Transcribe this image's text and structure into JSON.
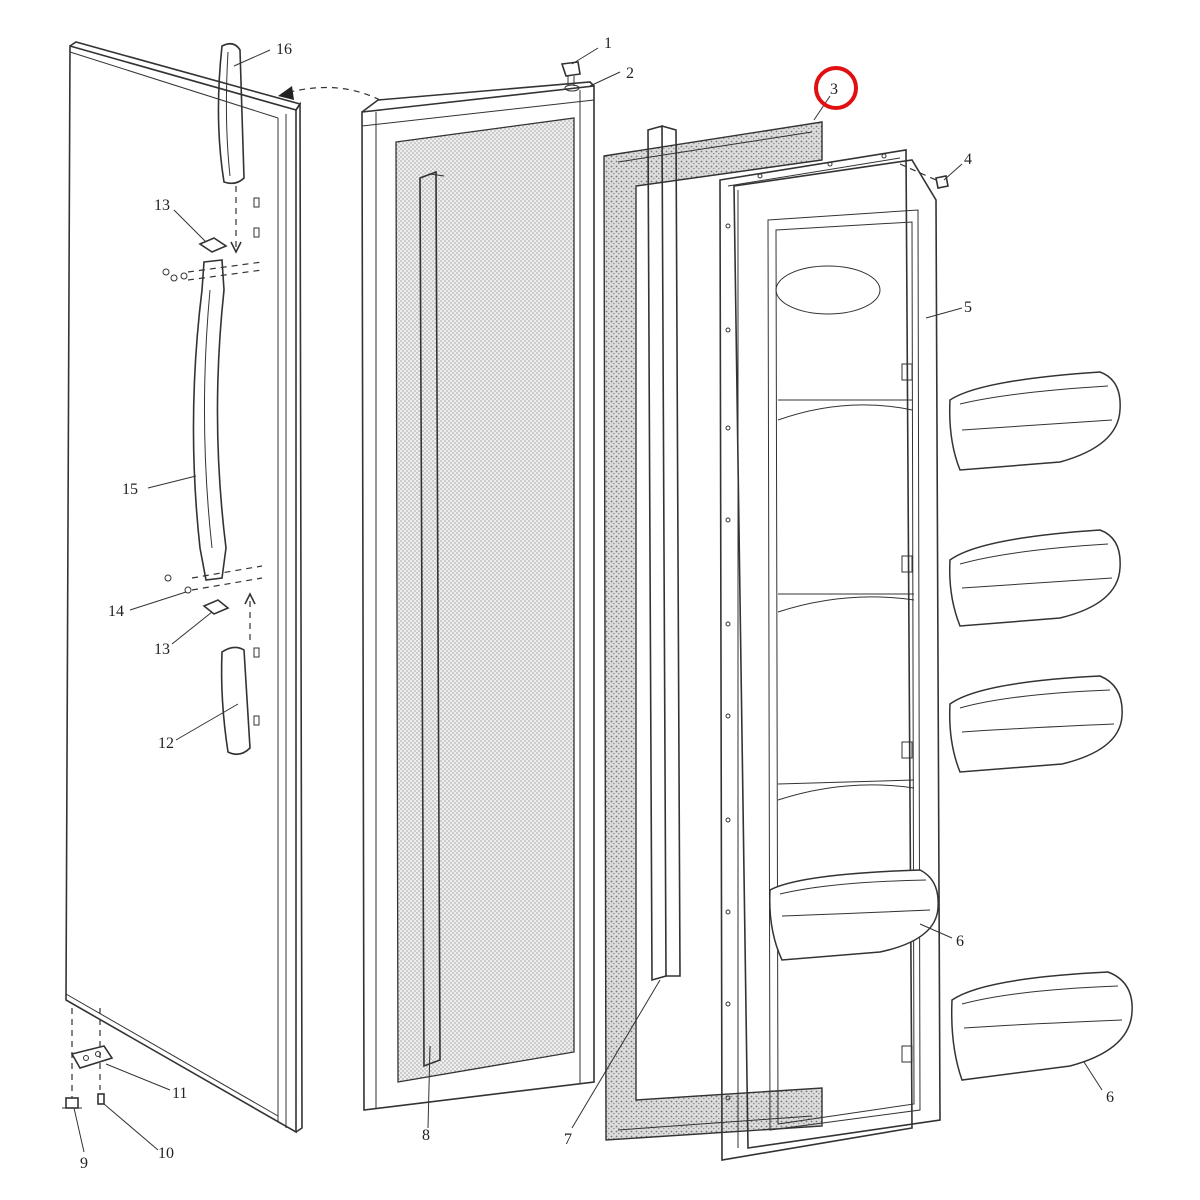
{
  "diagram": {
    "callouts": {
      "c1": "1",
      "c2": "2",
      "c3": "3",
      "c4": "4",
      "c5": "5",
      "c6a": "6",
      "c6b": "6",
      "c7": "7",
      "c8": "8",
      "c9": "9",
      "c10": "10",
      "c11": "11",
      "c12": "12",
      "c13a": "13",
      "c13b": "13",
      "c14": "14",
      "c15": "15",
      "c16": "16"
    },
    "highlight": {
      "target_callout": "3",
      "color": "#e01010"
    },
    "colors": {
      "line": "#333333",
      "glass_fill": "#e6e6e6",
      "background": "#ffffff"
    }
  }
}
